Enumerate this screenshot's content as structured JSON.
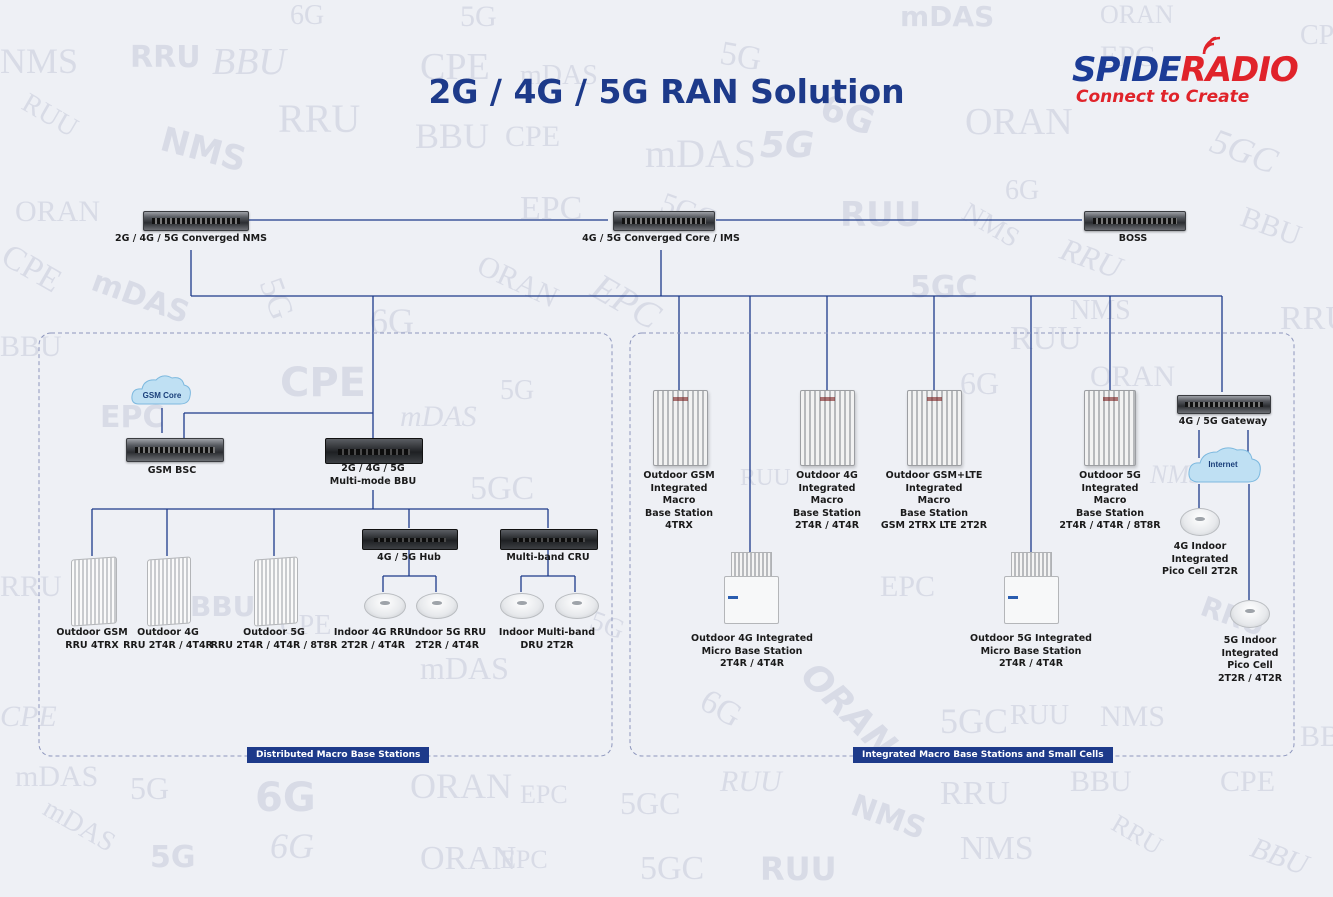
{
  "title": "2G / 4G / 5G RAN Solution",
  "logo": {
    "name_part1": "SPIDE",
    "name_part2": "RADIO",
    "tagline": "Connect to Create"
  },
  "watermark_words": [
    "NMS",
    "RRU",
    "BBU",
    "CPE",
    "mDAS",
    "5G",
    "6G",
    "ORAN",
    "EPC",
    "5GC",
    "RUU"
  ],
  "nodes": {
    "nms": {
      "label": [
        "2G / 4G / 5G Converged NMS"
      ]
    },
    "core": {
      "label": [
        "4G / 5G Converged Core / IMS"
      ]
    },
    "boss": {
      "label": [
        "BOSS"
      ]
    },
    "gsm_core": {
      "label": [
        "GSM Core"
      ]
    },
    "gsm_bsc": {
      "label": [
        "GSM BSC"
      ]
    },
    "bbu": {
      "label": [
        "2G / 4G / 5G",
        "Multi-mode BBU"
      ]
    },
    "hub": {
      "label": [
        "4G / 5G Hub"
      ]
    },
    "cru": {
      "label": [
        "Multi-band CRU"
      ]
    },
    "rru_gsm": {
      "label": [
        "Outdoor GSM",
        "RRU 4TRX"
      ]
    },
    "rru_4g": {
      "label": [
        "Outdoor 4G",
        "RRU 2T4R / 4T4R"
      ]
    },
    "rru_5g": {
      "label": [
        "Outdoor 5G",
        "RRU 2T4R / 4T4R / 8T8R"
      ]
    },
    "indoor_4g_rru": {
      "label": [
        "Indoor 4G RRU",
        "2T2R / 4T4R"
      ]
    },
    "indoor_5g_rru": {
      "label": [
        "Indoor 5G RRU",
        "2T2R / 4T4R"
      ]
    },
    "dru": {
      "label": [
        "Indoor Multi-band",
        "DRU 2T2R"
      ]
    },
    "macro_gsm": {
      "label": [
        "Outdoor GSM",
        "Integrated",
        "Macro",
        "Base Station",
        "4TRX"
      ]
    },
    "macro_4g": {
      "label": [
        "Outdoor 4G",
        "Integrated",
        "Macro",
        "Base Station",
        "2T4R / 4T4R"
      ]
    },
    "macro_gsm_lte": {
      "label": [
        "Outdoor GSM+LTE",
        "Integrated",
        "Macro",
        "Base Station",
        "GSM 2TRX  LTE 2T2R"
      ]
    },
    "macro_5g": {
      "label": [
        "Outdoor 5G",
        "Integrated",
        "Macro",
        "Base Station",
        "2T4R / 4T4R / 8T8R"
      ]
    },
    "micro_4g": {
      "label": [
        "Outdoor 4G Integrated",
        "Micro Base Station",
        "2T4R / 4T4R"
      ]
    },
    "micro_5g": {
      "label": [
        "Outdoor 5G Integrated",
        "Micro Base Station",
        "2T4R / 4T4R"
      ]
    },
    "gateway": {
      "label": [
        "4G / 5G Gateway"
      ]
    },
    "internet": {
      "label": [
        "Internet"
      ]
    },
    "pico_4g": {
      "label": [
        "4G Indoor",
        "Integrated",
        "Pico Cell 2T2R"
      ]
    },
    "pico_5g": {
      "label": [
        "5G Indoor",
        "Integrated",
        "Pico Cell",
        "2T2R / 4T2R"
      ]
    }
  },
  "sections": {
    "distributed": "Distributed Macro Base Stations",
    "integrated": "Integrated Macro Base Stations and Small Cells"
  },
  "colors": {
    "line": "#1d3a8a",
    "title": "#1d3a8a",
    "accent_red": "#e0232a",
    "dashed": "#8d96bd"
  }
}
